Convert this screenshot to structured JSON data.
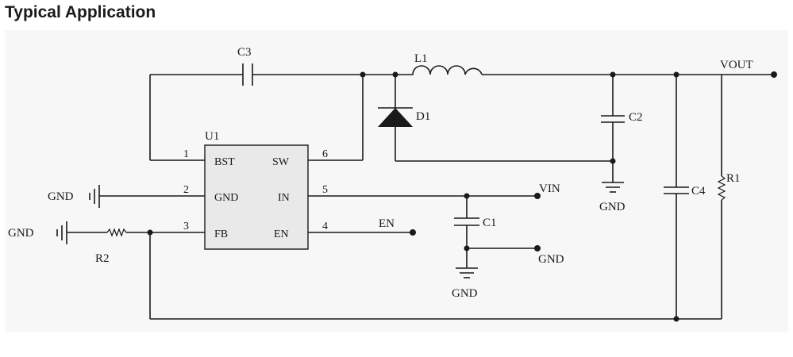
{
  "heading": "Typical Application",
  "ic": {
    "ref": "U1",
    "pins": [
      {
        "num": "1",
        "name": "BST"
      },
      {
        "num": "2",
        "name": "GND"
      },
      {
        "num": "3",
        "name": "FB"
      },
      {
        "num": "6",
        "name": "SW"
      },
      {
        "num": "5",
        "name": "IN"
      },
      {
        "num": "4",
        "name": "EN"
      }
    ]
  },
  "components": {
    "c3": "C3",
    "l1": "L1",
    "d1": "D1",
    "c2": "C2",
    "c4": "C4",
    "r1": "R1",
    "r2": "R2",
    "c1": "C1"
  },
  "nets": {
    "vout": "VOUT",
    "vin": "VIN",
    "en": "EN",
    "gnd_c2": "GND",
    "gnd_left_top": "GND",
    "gnd_left_bottom": "GND",
    "gnd_c1_terminal": "GND",
    "gnd_c1_bottom": "GND"
  },
  "colors": {
    "background": "#ffffff",
    "panel": "#f7f7f7",
    "ink": "#1a1a1a"
  }
}
